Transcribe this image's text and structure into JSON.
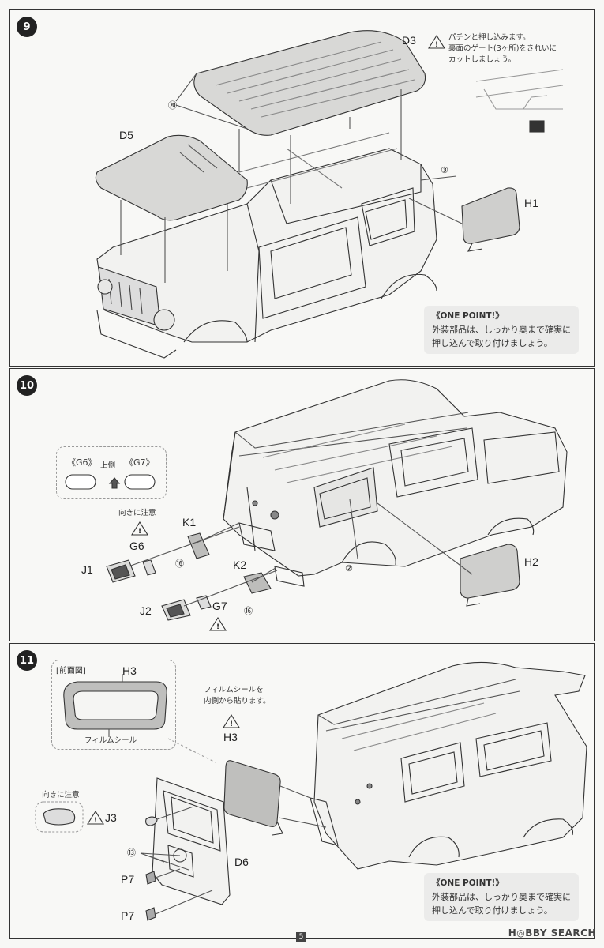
{
  "steps": {
    "s9": {
      "number": "9",
      "labels": {
        "d3": "D3",
        "d5": "D5",
        "h1": "H1"
      },
      "circled": {
        "n20": "⑳",
        "n3": "③"
      },
      "note": [
        "パチンと押し込みます。",
        "裏面のゲート(3ヶ所)をきれいに",
        "カットしましょう。"
      ],
      "onepoint": {
        "title": "《ONE POINT!》",
        "lines": [
          "外装部品は、しっかり奥まで確実に",
          "押し込んで取り付けましょう。"
        ]
      }
    },
    "s10": {
      "number": "10",
      "labels": {
        "k1": "K1",
        "g6": "G6",
        "j1": "J1",
        "k2": "K2",
        "j2": "J2",
        "g7": "G7",
        "h2": "H2"
      },
      "circled": {
        "n16a": "⑯",
        "n16b": "⑯",
        "n2": "②"
      },
      "orient": {
        "left": "《G6》",
        "up": "上側",
        "right": "《G7》"
      },
      "caution": "向きに注意"
    },
    "s11": {
      "number": "11",
      "front_view": "[前面図]",
      "labels": {
        "h3_top": "H3",
        "h3": "H3",
        "j3": "J3",
        "d6": "D6",
        "p7a": "P7",
        "p7b": "P7"
      },
      "film_label": "フィルムシール",
      "film_note": [
        "フィルムシールを",
        "内側から貼ります。"
      ],
      "caution": "向きに注意",
      "circled": {
        "n13": "⑬"
      },
      "onepoint": {
        "title": "《ONE POINT!》",
        "lines": [
          "外装部品は、しっかり奥まで確実に",
          "押し込んで取り付けましょう。"
        ]
      }
    }
  },
  "footer": {
    "page": "5",
    "brand": "H◎BBY SEARCH"
  }
}
